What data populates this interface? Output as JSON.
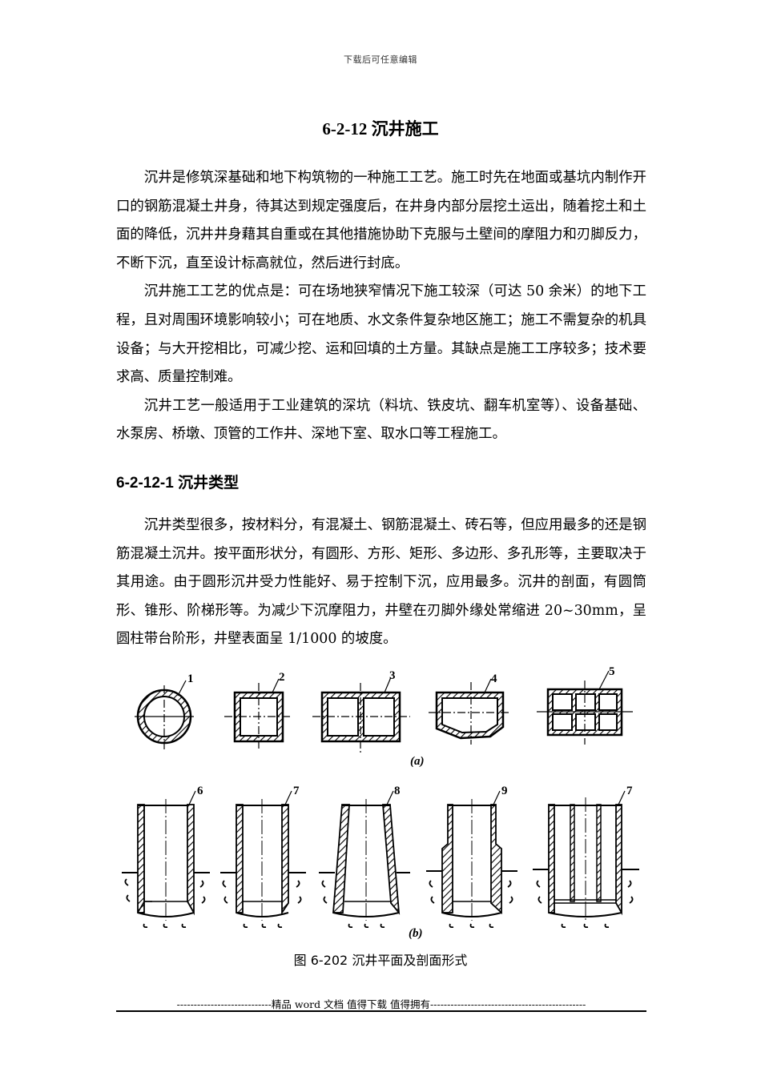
{
  "header_note": "下载后可任意编辑",
  "title": "6-2-12 沉井施工",
  "section1": {
    "paragraphs": [
      "沉井是修筑深基础和地下构筑物的一种施工工艺。施工时先在地面或基坑内制作开口的钢筋混凝土井身，待其达到规定强度后，在井身内部分层挖土运出，随着挖土和土面的降低，沉井井身藉其自重或在其他措施协助下克服与土壁间的摩阻力和刃脚反力，不断下沉，直至设计标高就位，然后进行封底。",
      "沉井施工工艺的优点是：可在场地狭窄情况下施工较深（可达 50 余米）的地下工程，且对周围环境影响较小；可在地质、水文条件复杂地区施工；施工不需复杂的机具设备；与大开挖相比，可减少挖、运和回填的土方量。其缺点是施工工序较多；技术要求高、质量控制难。",
      "沉井工艺一般适用于工业建筑的深坑（料坑、铁皮坑、翻车机室等）、设备基础、水泵房、桥墩、顶管的工作井、深地下室、取水口等工程施工。"
    ]
  },
  "subheading": "6-2-12-1 沉井类型",
  "section2": {
    "paragraphs": [
      "沉井类型很多，按材料分，有混凝土、钢筋混凝土、砖石等，但应用最多的还是钢筋混凝土沉井。按平面形状分，有圆形、方形、矩形、多边形、多孔形等，主要取决于其用途。由于圆形沉井受力性能好、易于控制下沉，应用最多。沉井的剖面，有圆筒形、锥形、阶梯形等。为减少下沉摩阻力，井壁在刃脚外缘处常缩进 20~30mm，呈圆柱带台阶形，井壁表面呈 1/1000 的坡度。"
    ]
  },
  "figure": {
    "part_a_label": "(a)",
    "part_b_label": "(b)",
    "plan_labels": [
      "1",
      "2",
      "3",
      "4",
      "5"
    ],
    "section_labels": [
      "6",
      "7",
      "8",
      "9",
      "7"
    ],
    "caption": "图 6-202  沉井平面及剖面形式"
  },
  "footer": "----------------------------精品 word 文档 值得下载 值得拥有----------------------------------------------"
}
